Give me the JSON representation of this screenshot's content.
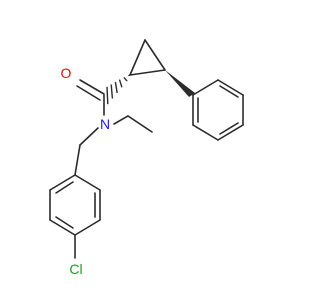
{
  "molecule": {
    "atoms": [
      {
        "id": "O",
        "symbol": "O",
        "color": "#e01010"
      },
      {
        "id": "N",
        "symbol": "N",
        "color": "#2020e0"
      },
      {
        "id": "Cl",
        "symbol": "Cl",
        "color": "#1a9e1a"
      }
    ],
    "bond_color": "#2b2b2b",
    "stereo_bonds": [
      {
        "id": "carbonyl-to-cyclopropane",
        "style": "hashed-wedge"
      },
      {
        "id": "cyclopropane-to-phenyl",
        "style": "solid-wedge"
      }
    ]
  }
}
